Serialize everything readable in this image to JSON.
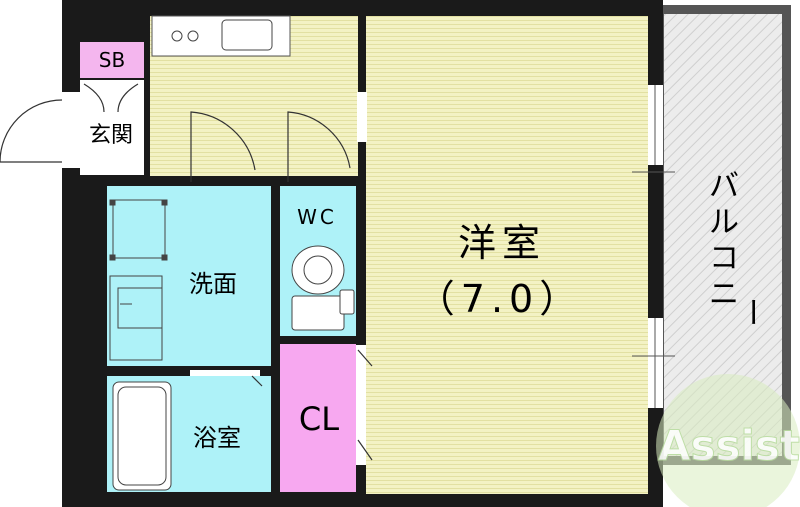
{
  "rooms": {
    "western_room": {
      "name": "洋室",
      "size": "（7.0）"
    },
    "washroom": "洗面",
    "bathroom": "浴室",
    "toilet": "WC",
    "closet": "CL",
    "shoe_box": "SB",
    "entrance": "玄関",
    "balcony": [
      "バ",
      "ル",
      "コ",
      "ニ",
      "ー"
    ]
  },
  "logo": {
    "text": "Assist"
  },
  "colors": {
    "yellow_floor": "#f3f2c4",
    "yellow_stripe": "#e2e0a2",
    "blue_room": "#aef2f8",
    "pink_room": "#f7a8f0",
    "pink_sb": "#f4b6ee",
    "wall": "#1a1a1a",
    "balcony_grey": "#e3e3e3"
  }
}
